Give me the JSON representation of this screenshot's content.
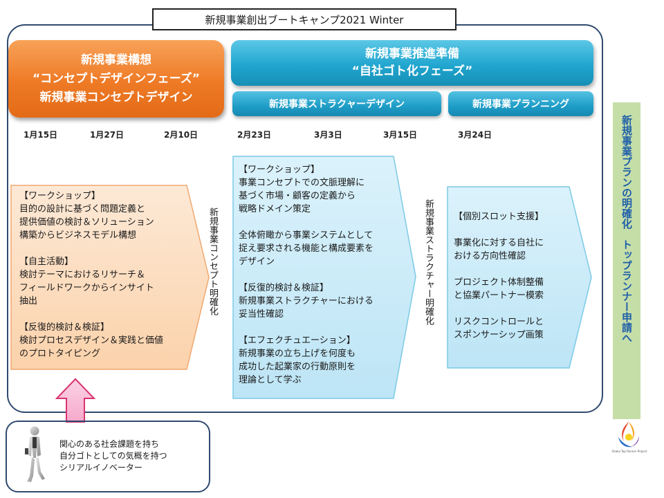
{
  "title": "新規事業創出ブートキャンプ2021 Winter",
  "phase_concept": {
    "line1": "新規事業構想",
    "line2": "“コンセプトデザインフェーズ”",
    "line3": "新規事業コンセプトデザイン"
  },
  "phase_promotion": {
    "line1": "新規事業推進準備",
    "line2": "“自社ゴト化フェーズ”"
  },
  "sub_phases": {
    "structure": "新規事業ストラクャーデザイン",
    "planning": "新規事業プランニング"
  },
  "dates": [
    "1月15日",
    "1月27日",
    "2月10日",
    "2月23日",
    "3月3日",
    "3月15日",
    "3月24日"
  ],
  "box1": {
    "lines": [
      "【ワークショップ】",
      "目的の設計に基づく問題定義と",
      "提供価値の検討＆ソリューション",
      "構築からビジネスモデル構想",
      "",
      "【自主活動】",
      "検討テーマにおけるリサーチ＆",
      "フィールドワークからインサイト",
      "抽出",
      "",
      "【反復的検討＆検証】",
      "検討プロセスデザイン＆実践と価値",
      "のプロトタイピング"
    ]
  },
  "box2": {
    "lines": [
      "【ワークショップ】",
      "事業コンセプトでの文脈理解に",
      "基づく市場・顧客の定義から",
      "戦略ドメイン策定",
      "",
      "全体俯瞰から事業システムとして",
      "捉え要求される機能と構成要素を",
      "デザイン",
      "",
      "【反復的検討＆検証】",
      "新規事業ストラクチャーにおける",
      "妥当性確認",
      "",
      "【エフェクチュエーション】",
      "新規事業の立ち上げを何度も",
      "成功した起業家の行動原則を",
      "理論として学ぶ"
    ]
  },
  "box3": {
    "lines": [
      "【個別スロット支援】",
      "",
      "事業化に対する自社に",
      "おける方向性確認",
      "",
      "プロジェクト体制整備",
      "と協業パートナー模索",
      "",
      "リスクコントロールと",
      "スポンサーシップ画策"
    ]
  },
  "milestone1": "新規事業コンセプト明確化",
  "milestone2": "新規事業ストラクチャー明確化",
  "goal": "新規事業プランの明確化　トップランナー申請へ",
  "persona": {
    "lines": [
      "関心のある社会課題を持ち",
      "自分ゴトとしての気概を持つ",
      "シリアルイノベーター"
    ]
  },
  "logo_text": "Osaka Top Runner Project",
  "colors": {
    "orange": "#ee7a26",
    "orange_box": "#fde1c6",
    "blue": "#21a6cf",
    "blue_box": "#ccebf8",
    "green_bar": "#c5dea8",
    "goal_text": "#1f5fa8",
    "frame": "#2f4a6e"
  }
}
